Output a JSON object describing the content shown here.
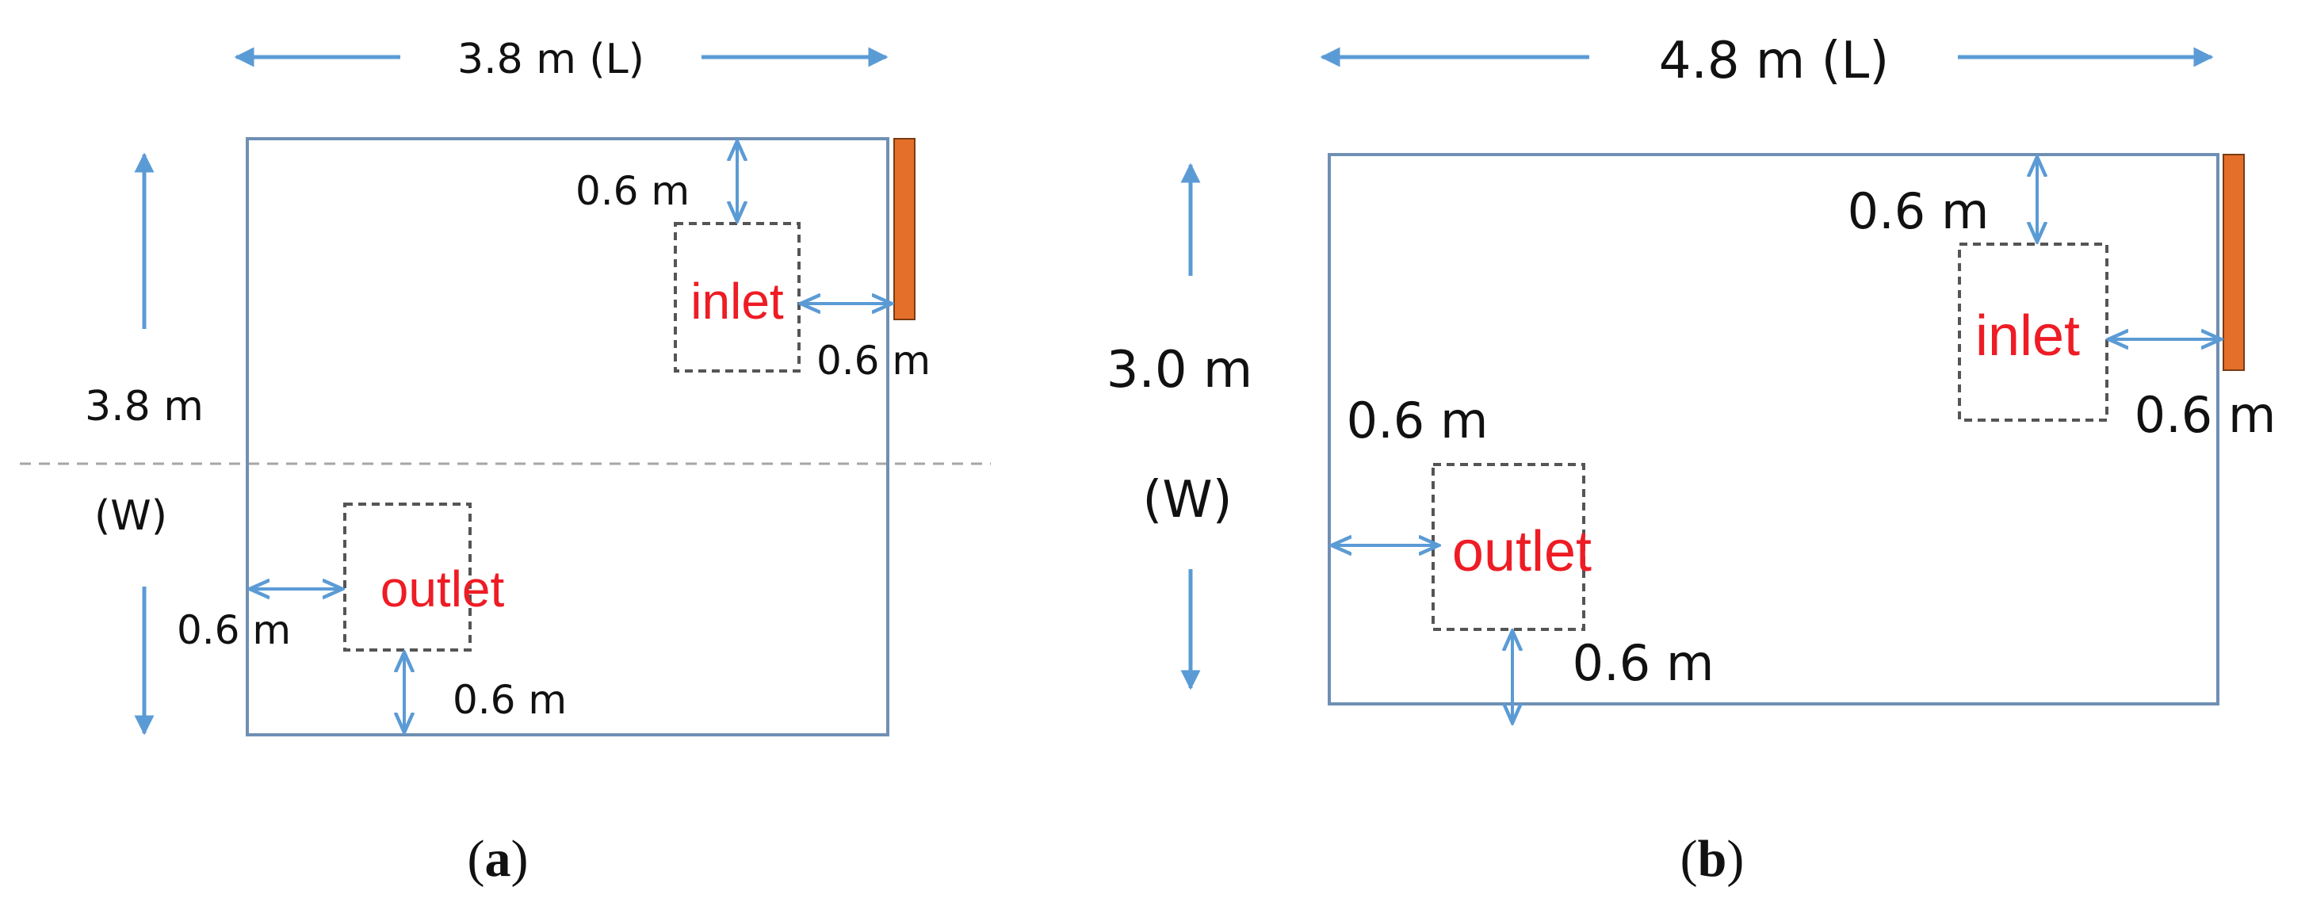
{
  "colors": {
    "room_outline": "#6f8fb3",
    "dimension_arrow": "#5b9bd5",
    "heater": "#e46f2a",
    "zone_outline": "#555555",
    "port_text": "#ee1c24",
    "text": "#111111",
    "midline": "#a6a6a6"
  },
  "panel_a": {
    "length_label": "3.8 m (L)",
    "width_value": "3.8 m",
    "width_unit": "(W)",
    "inlet_label": "inlet",
    "outlet_label": "outlet",
    "inlet_top_gap": "0.6 m",
    "inlet_side_gap": "0.6 m",
    "outlet_side_gap": "0.6 m",
    "outlet_bottom_gap": "0.6 m",
    "caption_open": "(",
    "caption_letter": "a",
    "caption_close": ")"
  },
  "panel_b": {
    "length_label": "4.8 m (L)",
    "width_value": "3.0 m",
    "width_unit": "(W)",
    "inlet_label": "inlet",
    "outlet_label": "outlet",
    "inlet_top_gap": "0.6 m",
    "inlet_side_gap": "0.6 m",
    "outlet_side_gap": "0.6 m",
    "outlet_bottom_gap": "0.6 m",
    "caption_open": "(",
    "caption_letter": "b",
    "caption_close": ")"
  }
}
